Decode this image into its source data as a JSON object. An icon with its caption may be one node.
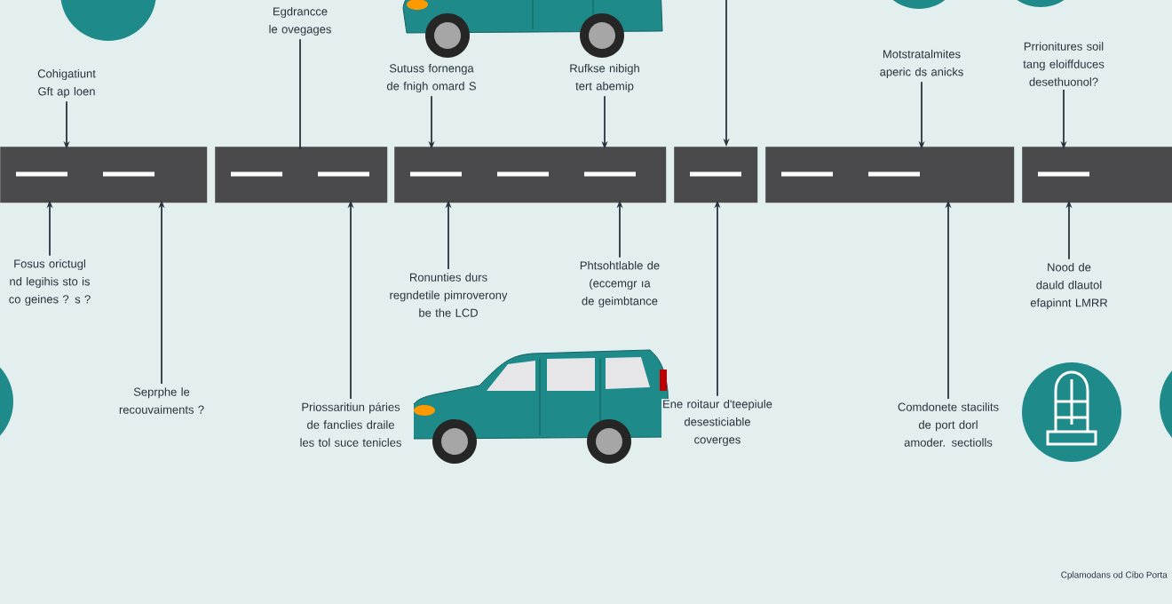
{
  "diagram": {
    "nodes": [
      {
        "text": [],
        "shape": "bar"
      },
      {
        "text": [],
        "shape": "bar"
      },
      {
        "text": [],
        "shape": "bar"
      },
      {
        "text": [],
        "shape": "bar"
      },
      {
        "text": [],
        "shape": "bar"
      },
      {
        "text": [],
        "shape": "bar"
      },
      {
        "text": [
          "Cohigatiunt Gft ap loen"
        ]
      },
      {
        "text": [
          "Egdrancce le ovegages"
        ]
      },
      {
        "text": [
          "Sutuss fornenga de fnigh omard S"
        ]
      },
      {
        "text": [
          "Rufkse nibigh tert abemip"
        ]
      },
      {
        "text": [
          "Motstratalmites aperic ds anicks"
        ]
      },
      {
        "text": [
          "Prrionitures soil tang eloiffduces desethuonol?"
        ]
      },
      {
        "text": [
          "Fosus orictugl nd legihis sto is co geines ? s ?"
        ]
      },
      {
        "text": [
          "Ronunties durs regndetile pimroverony be the LCD"
        ]
      },
      {
        "text": [
          "Phtsohtlable de (eccemgr ıa de geimbtance"
        ]
      },
      {
        "text": [
          "Nood de dauld dlautol efapinnt LMRR"
        ]
      },
      {
        "text": [
          "Seprphe le recouvaiments ?"
        ]
      },
      {
        "text": [
          "Priossaritiun páries de fanclies draile les tol suce tenicles"
        ]
      },
      {
        "text": [
          "Ene roitaur d'teepiule desesticiable coverges"
        ]
      },
      {
        "text": [
          "Comdonete stacilits de port dorl amoder. sectiolls"
        ]
      }
    ],
    "edges": [
      {
        "from": 6,
        "to": 0,
        "arrow": "to"
      },
      {
        "from": 7,
        "to": 1,
        "arrow": "none"
      },
      {
        "from": 8,
        "to": 2,
        "arrow": "to"
      },
      {
        "from": 9,
        "to": 2,
        "arrow": "to"
      },
      {
        "from": null,
        "to": 3,
        "arrow": "to"
      },
      {
        "from": 10,
        "to": 4,
        "arrow": "to"
      },
      {
        "from": 11,
        "to": 5,
        "arrow": "to"
      },
      {
        "from": 12,
        "to": 0,
        "arrow": "to"
      },
      {
        "from": 16,
        "to": 0,
        "arrow": "to"
      },
      {
        "from": 17,
        "to": 1,
        "arrow": "to"
      },
      {
        "from": 13,
        "to": 2,
        "arrow": "to"
      },
      {
        "from": 14,
        "to": 2,
        "arrow": "to"
      },
      {
        "from": 18,
        "to": 3,
        "arrow": "to"
      },
      {
        "from": 19,
        "to": 4,
        "arrow": "to"
      },
      {
        "from": 15,
        "to": 5,
        "arrow": "to"
      }
    ],
    "labels": [
      "Cplamodans od Cibo Porta"
    ]
  }
}
